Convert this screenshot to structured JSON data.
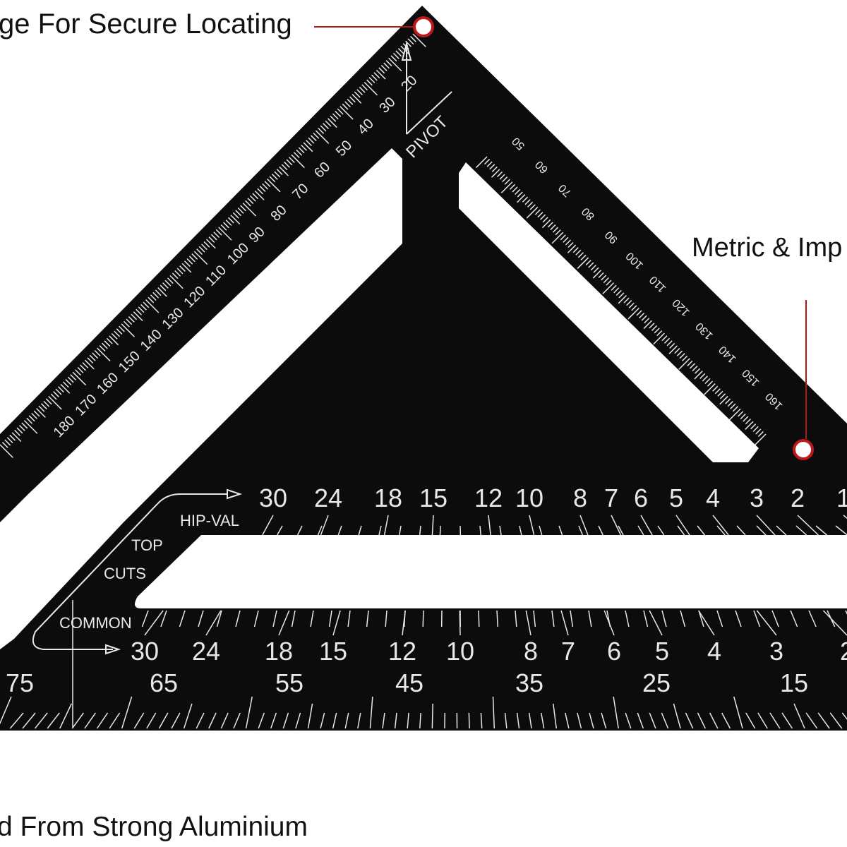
{
  "callouts": {
    "top": "ge For Secure Locating",
    "right": "Metric & Imp",
    "bottom": "d From Strong Aluminium"
  },
  "colors": {
    "body": "#0c0c0c",
    "marking": "#e8e8e8",
    "leader": "#b01818",
    "background": "#ffffff"
  },
  "square": {
    "pivot_label": "PIVOT",
    "labels": {
      "hip_val": "HIP-VAL",
      "top": "TOP",
      "cuts": "CUTS",
      "common": "COMMON"
    },
    "left_edge_scale": [
      "20",
      "30",
      "40",
      "50",
      "60",
      "70",
      "80",
      "90",
      "100",
      "110",
      "120",
      "130",
      "140",
      "150",
      "160",
      "170",
      "180"
    ],
    "hypotenuse_scale": [
      "50",
      "60",
      "70",
      "80",
      "90",
      "100",
      "110",
      "120",
      "130",
      "140",
      "150",
      "160"
    ],
    "hip_val_scale": [
      "30",
      "24",
      "18",
      "15",
      "12",
      "10",
      "8",
      "7",
      "6",
      "5",
      "4",
      "3",
      "2",
      "1"
    ],
    "common_scale": [
      "30",
      "24",
      "18",
      "15",
      "12",
      "10",
      "8",
      "7",
      "6",
      "5",
      "4",
      "3",
      "2"
    ],
    "degree_scale": [
      "75",
      "65",
      "55",
      "45",
      "35",
      "25",
      "15"
    ]
  }
}
